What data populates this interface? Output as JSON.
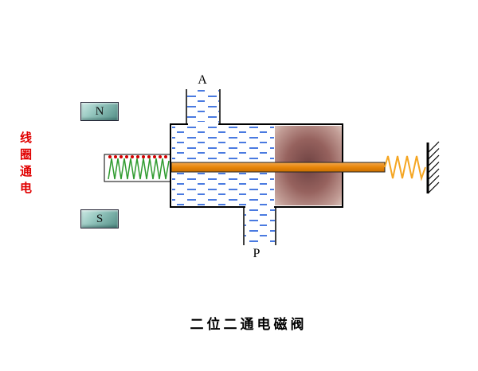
{
  "diagram": {
    "caption": "二位二通电磁阀",
    "coil_label": "线圈通电",
    "port_a_label": "A",
    "port_p_label": "P",
    "pole_n": "N",
    "pole_s": "S"
  },
  "colors": {
    "fluid_dash": "#4a7ae0",
    "rod_orange": "#e8860a",
    "spool_center": "#6e4242",
    "spool_edge": "#e0cfc6",
    "spring_left_green": "#2f9b2f",
    "spring_right_orange": "#f5a623",
    "coil_dot_red": "#d40000",
    "magnet_teal": "#8fc2ba",
    "coil_text_red": "#e00000",
    "outline_black": "#000000"
  }
}
